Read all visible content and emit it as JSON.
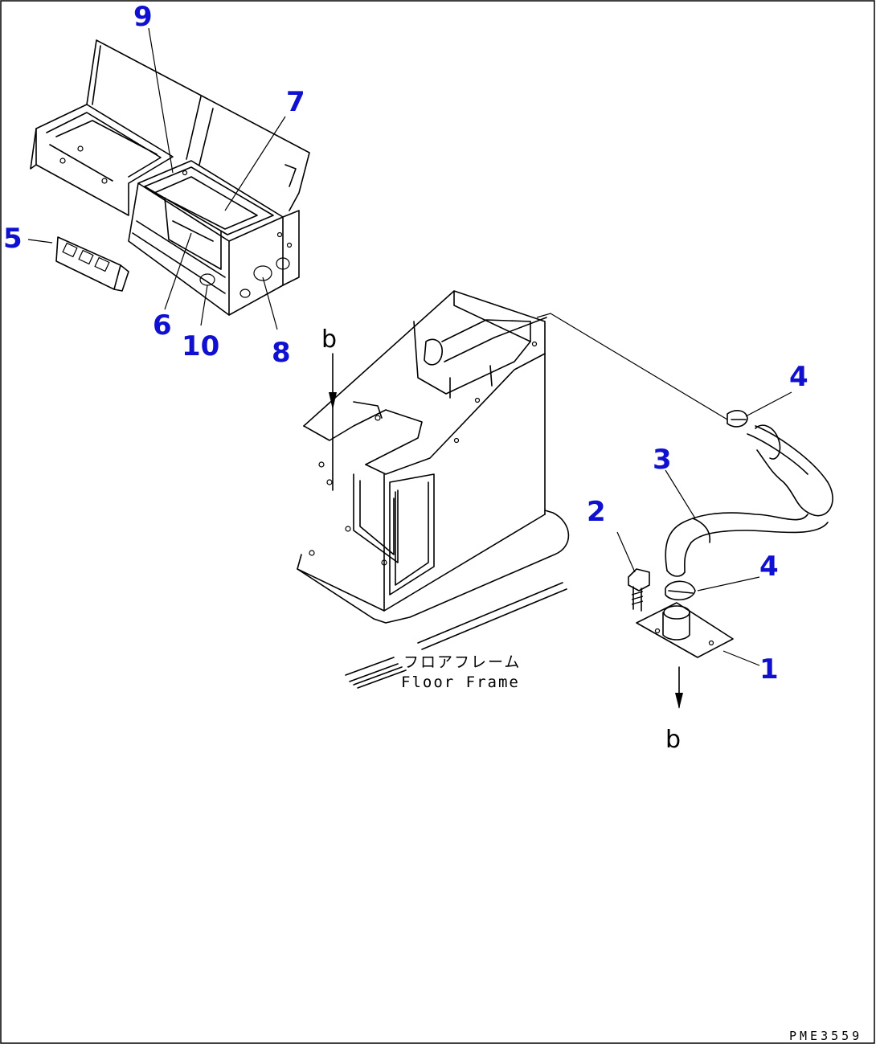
{
  "callouts": {
    "c1": "1",
    "c2": "2",
    "c3": "3",
    "c4a": "4",
    "c4b": "4",
    "c5": "5",
    "c6": "6",
    "c7": "7",
    "c8": "8",
    "c9": "9",
    "c10": "10"
  },
  "view_markers": {
    "top": "b",
    "bottom": "b"
  },
  "floor_frame": {
    "jp": "フロアフレーム",
    "en": "Floor Frame"
  },
  "drawing_code": "PME3559",
  "colors": {
    "callout": "#1010d0",
    "line": "#000000",
    "background": "#ffffff"
  }
}
